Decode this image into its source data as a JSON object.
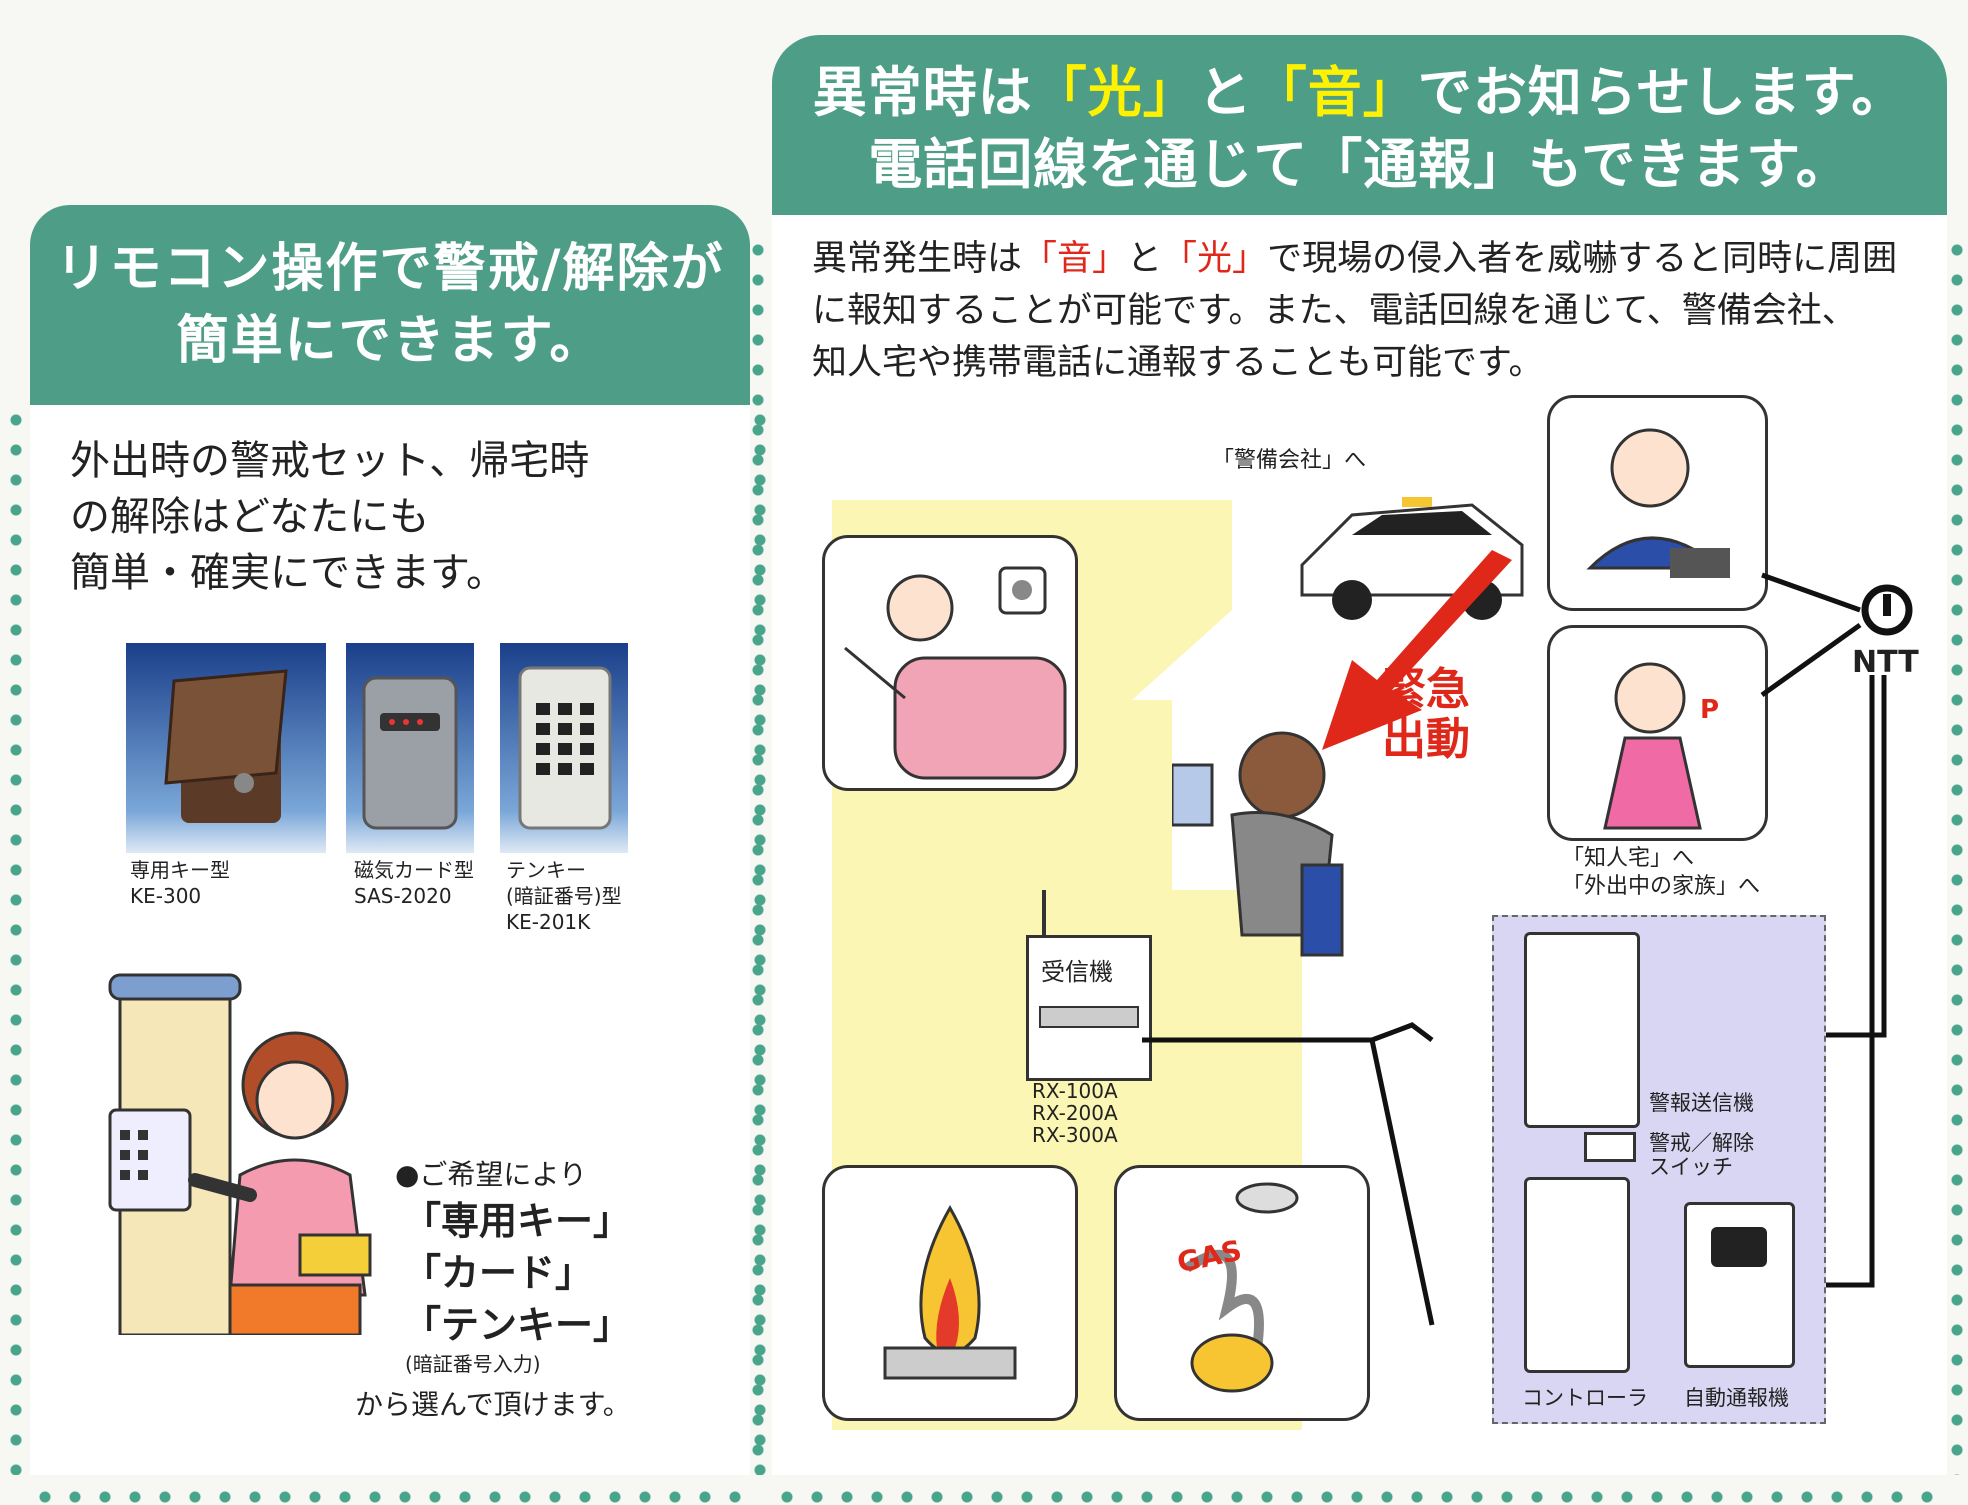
{
  "left": {
    "header_line1": "リモコン操作で警戒/解除が",
    "header_line2": "簡単にできます。",
    "lead": [
      "外出時の警戒セット、帰宅時",
      "の解除はどなたにも",
      "簡単・確実にできます。"
    ],
    "products": [
      {
        "name": "専用キー型",
        "model": "KE-300"
      },
      {
        "name": "磁気カード型",
        "model": "SAS-2020"
      },
      {
        "name": "テンキー",
        "name2": "(暗証番号)型",
        "model": "KE-201K"
      }
    ],
    "options": {
      "intro": "●ご希望により",
      "opt1": "「専用キー」",
      "opt2": "「カード」",
      "opt3": "「テンキー」",
      "note": "(暗証番号入力)",
      "outro": "から選んで頂けます。"
    }
  },
  "right": {
    "header_line1_a": "異常時は",
    "header_line1_b": "「光」",
    "header_line1_c": "と",
    "header_line1_d": "「音」",
    "header_line1_e": "でお知らせします。",
    "header_line2": "電話回線を通じて「通報」もできます。",
    "body_line1_a": "異常発生時は",
    "body_line1_b": "「音」",
    "body_line1_c": "と",
    "body_line1_d": "「光」",
    "body_line1_e": "で現場の侵入者を威嚇すると同時に周囲",
    "body_line2": "に報知することが可能です。また、電話回線を通じて、警備会社、",
    "body_line3": "知人宅や携帯電話に通報することも可能です。",
    "labels": {
      "security_company": "「警備会社」へ",
      "emergency_1": "緊急",
      "emergency_2": "出動",
      "ntt": "NTT",
      "acquaintance": "「知人宅」へ",
      "family": "「外出中の家族」へ",
      "receiver": "受信機",
      "models": [
        "RX-100A",
        "RX-200A",
        "RX-300A"
      ],
      "transmitter": "警報送信機",
      "switch_1": "警戒／解除",
      "switch_2": "スイッチ",
      "controller": "コントローラ",
      "auto_dialer": "自動通報機",
      "gas": "GAS"
    }
  },
  "colors": {
    "header": "#4e9d86",
    "dots": "#48a58b",
    "accent_red": "#e0281a",
    "highlight": "#fff200",
    "house": "#fbf6b4",
    "equip_panel": "#d8d6f2"
  }
}
